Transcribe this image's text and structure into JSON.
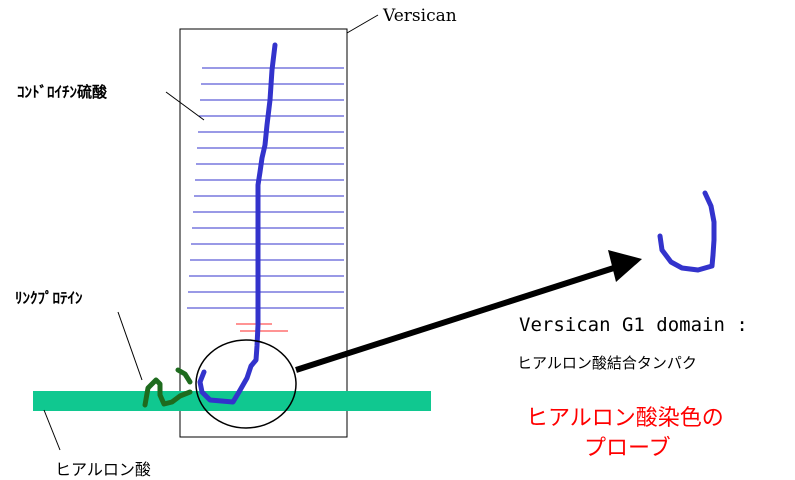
{
  "labels": {
    "versican": "Versican",
    "chondroitin_sulfate": "ｺﾝﾄﾞﾛｲﾁﾝ硫酸",
    "link_protein": "ﾘﾝｸﾌﾟﾛﾃｲﾝ",
    "hyaluronic_acid": "ヒアルロン酸",
    "g1_domain": "Versican G1 domain :",
    "ha_binding_protein": "ヒアルロン酸結合タンパク",
    "probe_line1": "ヒアルロン酸染色の",
    "probe_line2": "プローブ"
  },
  "colors": {
    "core_protein": "#3333cc",
    "side_chains": "#3333cc",
    "hyaluronan_bar": "#10c890",
    "link_protein": "#1e6b1e",
    "tick_marks": "#ff2a2a",
    "probe_text": "#ff0000",
    "outline": "#000000"
  }
}
